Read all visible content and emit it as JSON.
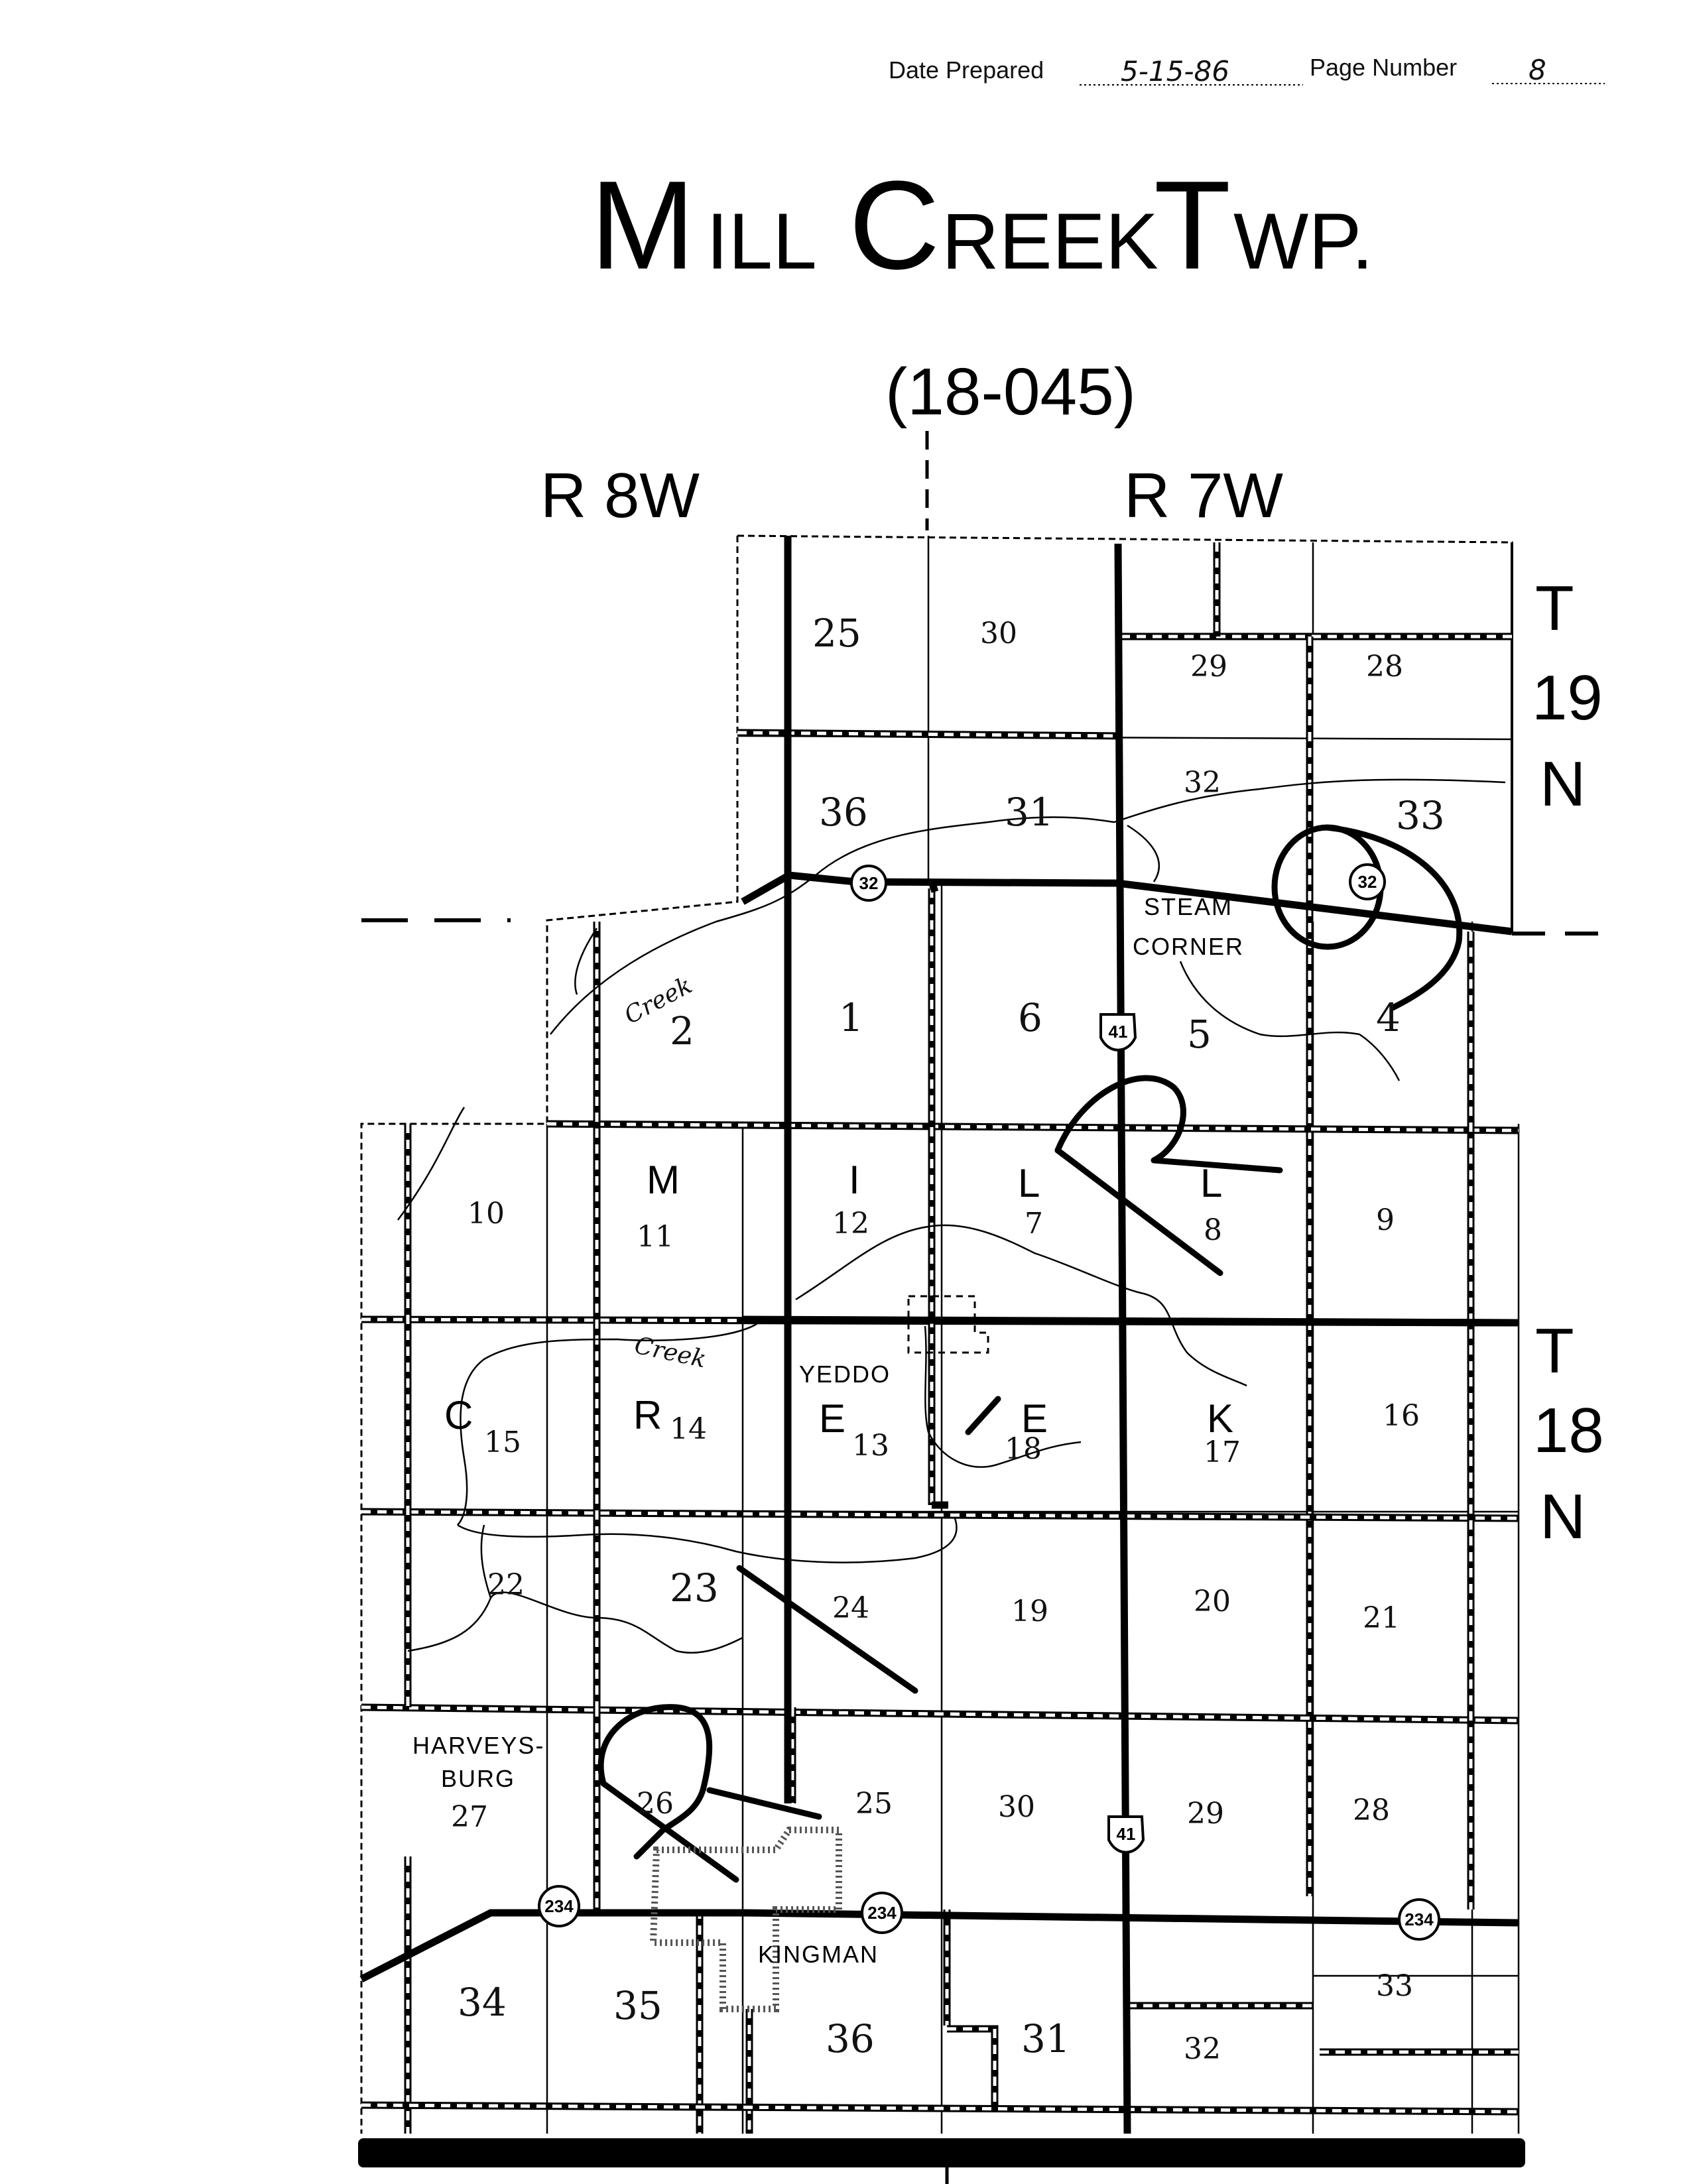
{
  "header": {
    "date_label": "Date Prepared",
    "date_value": "5-15-86",
    "page_label": "Page Number",
    "page_value": "8"
  },
  "title": {
    "m": "M",
    "ill": "ILL",
    "c": "C",
    "reek": "REEK",
    "t": "T",
    "wp": "WP."
  },
  "code": "(18-045)",
  "ranges": {
    "left": "R 8W",
    "right": "R 7W"
  },
  "townships": {
    "north": [
      "T",
      "19",
      "N"
    ],
    "south": [
      "T",
      "18",
      "N"
    ]
  },
  "sections": {
    "t19": [
      "25",
      "30",
      "29",
      "28",
      "36",
      "31",
      "32",
      "33"
    ],
    "t18": [
      "2",
      "1",
      "6",
      "5",
      "4",
      "10",
      "11",
      "12",
      "7",
      "8",
      "9",
      "15",
      "14",
      "13",
      "18",
      "17",
      "16",
      "22",
      "23",
      "24",
      "19",
      "20",
      "21",
      "27",
      "26",
      "25",
      "30",
      "29",
      "28",
      "34",
      "35",
      "36",
      "31",
      "32",
      "33"
    ]
  },
  "name_letters": [
    "M",
    "I",
    "L",
    "L",
    "C",
    "R",
    "E",
    "E",
    "K"
  ],
  "places": {
    "steam_1": "STEAM",
    "steam_2": "CORNER",
    "yeddo": "YEDDO",
    "harveys_1": "HARVEYS-",
    "harveys_2": "BURG",
    "kingman": "KINGMAN"
  },
  "creeks": [
    "Creek",
    "Creek"
  ],
  "shields": {
    "sr32": "32",
    "us41": "41",
    "sr234": "234"
  }
}
